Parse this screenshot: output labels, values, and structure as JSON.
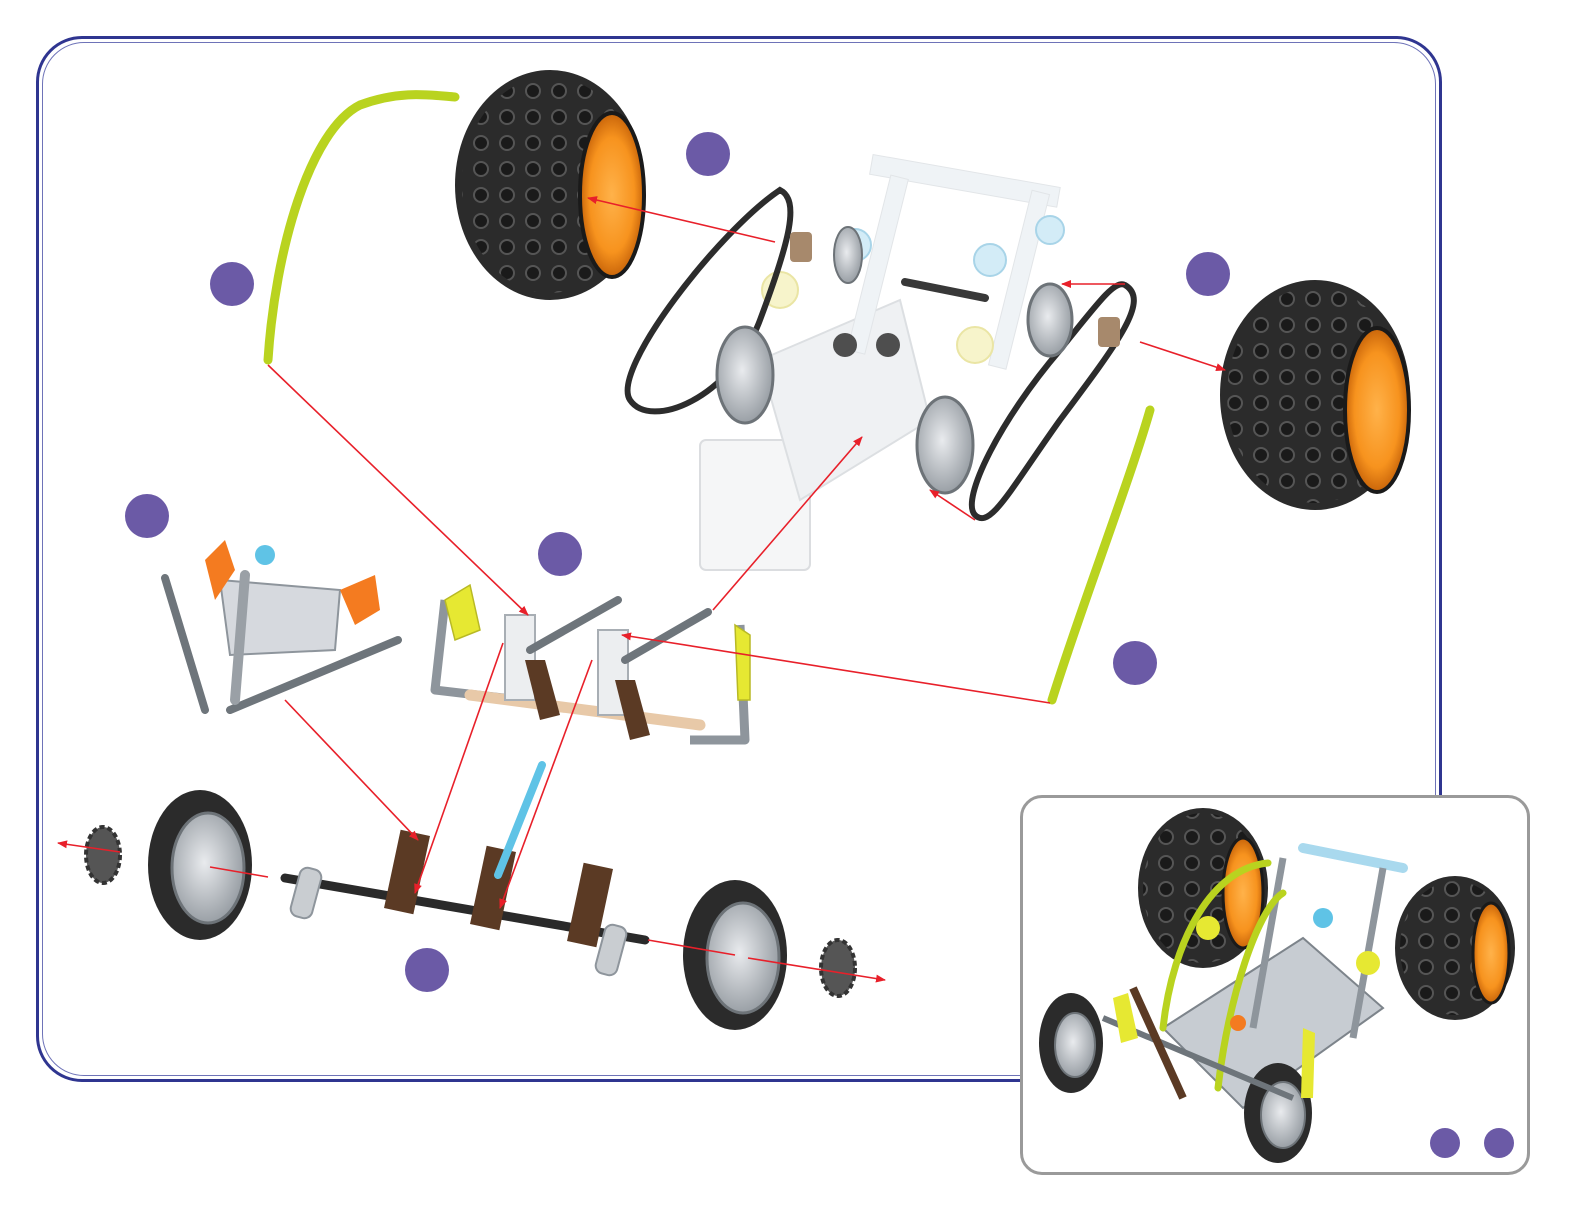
{
  "diagram": {
    "type": "exploded-assembly-instruction",
    "colors": {
      "frame": "#2f3590",
      "arrow": "#e8202a",
      "step_marker": "#6b5aa6",
      "rod_lime": "#b9d31f",
      "tire": "#2b2b2b",
      "hub_orange": "#f7931e",
      "gray_part": "#9aa0a6",
      "brown_part": "#5b3a24",
      "blue_part": "#5fc3e6",
      "yellow_part": "#e6e832"
    },
    "parts": [
      "lime-rod-left",
      "lime-rod-right",
      "big-tire-rear-left",
      "big-tire-rear-right",
      "chassis-assembly",
      "belt-left",
      "belt-right",
      "gray-pulley-wheels",
      "suspension-bracket-left",
      "front-bracket-assembly",
      "front-axle-assembly",
      "small-wheel-left",
      "small-wheel-right",
      "gear-left",
      "gear-right",
      "blue-rod"
    ],
    "icons": [
      "arrow-icon",
      "step-marker-icon"
    ]
  }
}
